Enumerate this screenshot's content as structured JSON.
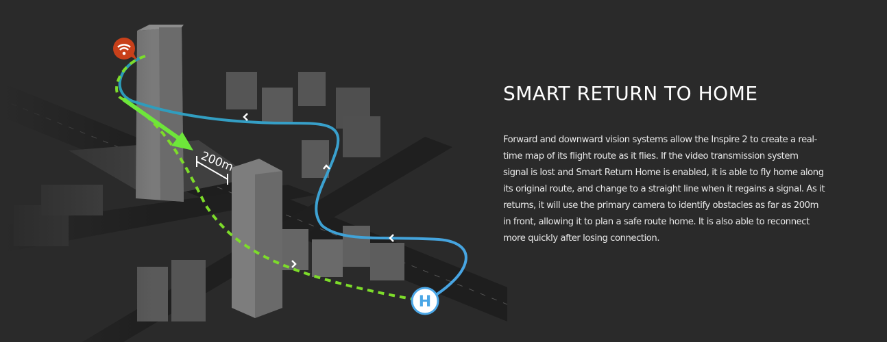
{
  "section": {
    "title": "SMART RETURN TO HOME",
    "description": "Forward and downward vision systems allow the Inspire 2 to create a real-time map of its flight route as it flies. If the video transmission system signal is lost and Smart Return Home is enabled, it is able to fly home along its original route, and change to a straight line when it regains a signal. As it returns, it will use the primary camera to identify obstacles as far as 200m in front, allowing it to plan a safe route home. It is also able to reconnect more quickly after losing connection."
  },
  "illustration": {
    "distance_label": "200m",
    "home_label": "H",
    "signal_icon": "wifi-icon",
    "colors": {
      "background": "#2a2a2a",
      "route_blue": "#4aa6e6",
      "route_teal": "#2a9bb5",
      "return_green": "#7ddc2a",
      "signal_red": "#c8401a"
    }
  }
}
